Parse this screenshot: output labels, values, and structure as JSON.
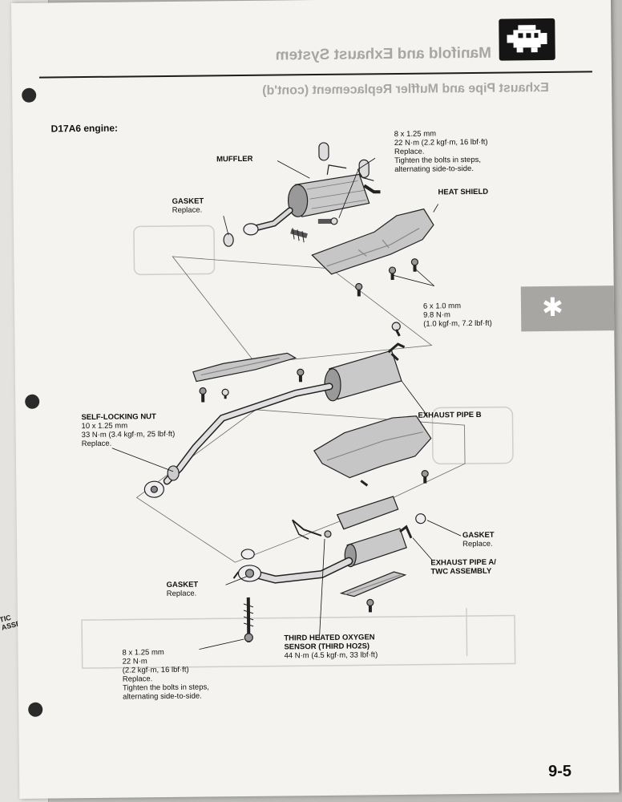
{
  "page": {
    "section_title": "Manifold and Exhaust System",
    "subsection_title": "Exhaust Pipe and Muffler Replacement (cont'd)",
    "engine_label": "D17A6 engine:",
    "page_number": "9-5",
    "side_fragment": [
      "TIC",
      "ASSEMBLY"
    ],
    "colors": {
      "paper": "#f4f3f0",
      "ink": "#111111",
      "ghost": "#a7a6a3",
      "badge": "#151515"
    },
    "icons": {
      "badge": "engine-icon",
      "tab": "asterisk-icon"
    }
  },
  "callouts": {
    "muffler_bolts": {
      "spec": "8 x 1.25 mm",
      "torque": "22 N·m (2.2 kgf·m, 16 lbf·ft)",
      "note1": "Replace.",
      "note2": "Tighten the bolts in steps,",
      "note3": "alternating side-to-side."
    },
    "muffler": {
      "name": "MUFFLER"
    },
    "heat_shield": {
      "name": "HEAT SHIELD"
    },
    "gasket_top": {
      "name": "GASKET",
      "note": "Replace."
    },
    "shield_bolts": {
      "spec": "6 x 1.0 mm",
      "torque1": "9.8 N·m",
      "torque2": "(1.0 kgf·m, 7.2 lbf·ft)"
    },
    "self_locking_nut": {
      "name": "SELF-LOCKING NUT",
      "spec": "10 x 1.25 mm",
      "torque": "33 N·m (3.4 kgf·m, 25 lbf·ft)",
      "note": "Replace."
    },
    "exhaust_pipe_b": {
      "name": "EXHAUST PIPE B"
    },
    "gasket_right": {
      "name": "GASKET",
      "note": "Replace."
    },
    "exhaust_pipe_a": {
      "name1": "EXHAUST PIPE A/",
      "name2": "TWC ASSEMBLY"
    },
    "gasket_bottom": {
      "name": "GASKET",
      "note": "Replace."
    },
    "oxygen_sensor": {
      "name1": "THIRD HEATED OXYGEN",
      "name2": "SENSOR (THIRD HO2S)",
      "torque": "44 N·m (4.5 kgf·m, 33 lbf·ft)"
    },
    "front_bolts": {
      "spec": "8 x 1.25 mm",
      "torque1": "22 N·m",
      "torque2": "(2.2 kgf·m, 16 lbf·ft)",
      "note1": "Replace.",
      "note2": "Tighten the bolts in steps,",
      "note3": "alternating side-to-side."
    }
  }
}
